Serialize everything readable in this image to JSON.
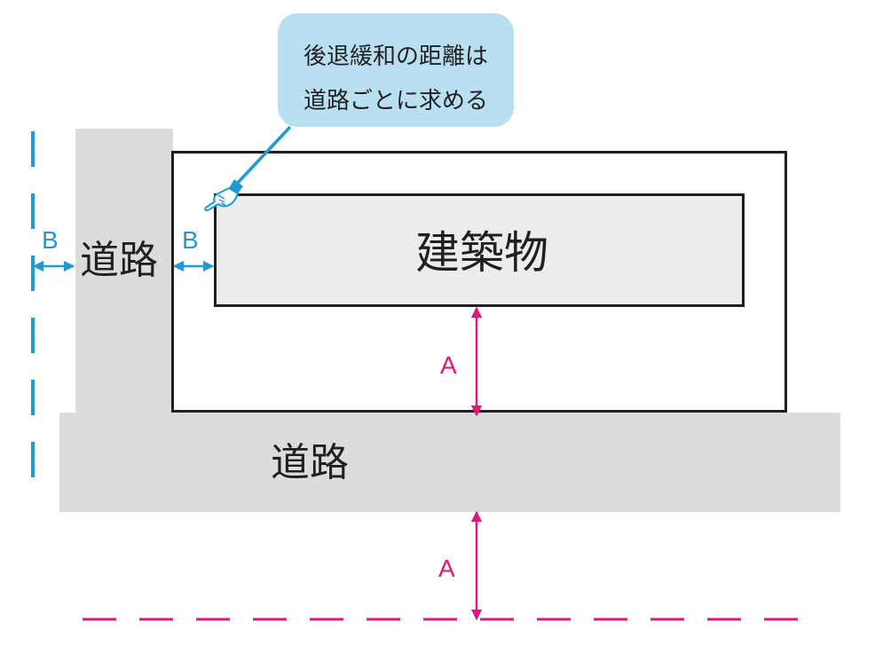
{
  "callout": {
    "line1": "後退緩和の距離は",
    "line2": "道路ごとに求める"
  },
  "labels": {
    "building": "建築物",
    "road_left": "道路",
    "road_bottom": "道路",
    "b_left": "B",
    "b_right": "B",
    "a_upper": "A",
    "a_lower": "A"
  },
  "colors": {
    "road_fill": "#dcdcdc",
    "building_fill": "#ededed",
    "outline": "#231f20",
    "setback_b": "#1e9bd7",
    "setback_a": "#e2167c",
    "callout_fill": "#b9dff3"
  },
  "icons": {
    "pointer": "pointing-hand-icon"
  }
}
